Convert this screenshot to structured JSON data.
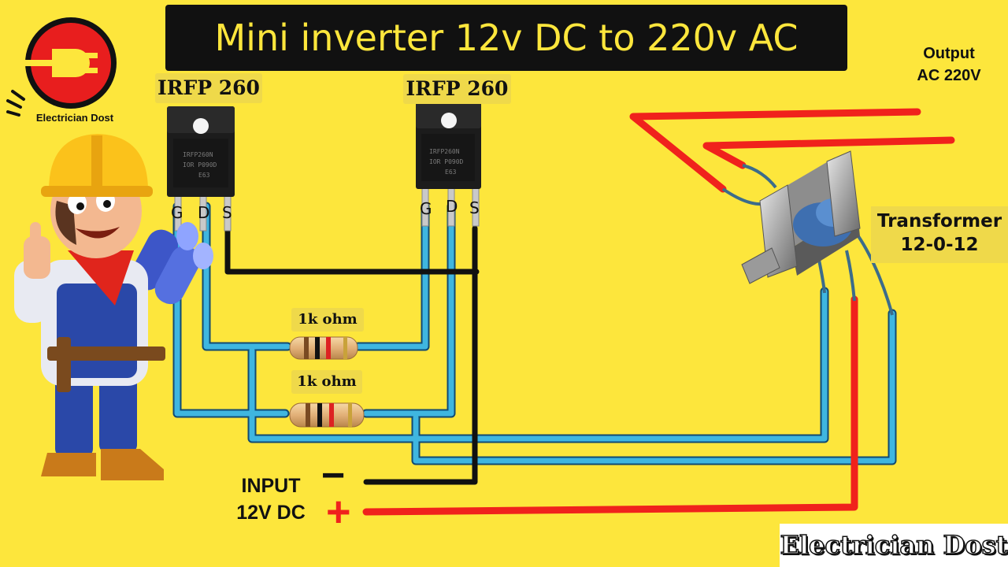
{
  "title": "Mini inverter 12v DC to 220v AC",
  "brand": "Electrician Dost",
  "logo_text": "Electrician Dost",
  "mosfets": [
    {
      "label": "IRFP 260",
      "pins": [
        "G",
        "D",
        "S"
      ],
      "marking": [
        "IRFP260N",
        "IOR P090D",
        "E63"
      ]
    },
    {
      "label": "IRFP 260",
      "pins": [
        "G",
        "D",
        "S"
      ],
      "marking": [
        "IRFP260N",
        "IOR P090D",
        "E63"
      ]
    }
  ],
  "resistors": [
    {
      "label": "1k ohm"
    },
    {
      "label": "1k ohm"
    }
  ],
  "output": {
    "line1": "Output",
    "line2": "AC 220V"
  },
  "transformer": {
    "line1": "Transformer",
    "line2": "12-0-12"
  },
  "input": {
    "line1": "INPUT",
    "line2": "12V DC",
    "minus": "−",
    "plus": "+"
  },
  "colors": {
    "background": "#fde63c",
    "title_bg": "#111111",
    "title_text": "#fde63c",
    "wire_blue": "#3fb6e0",
    "wire_black": "#111111",
    "wire_red": "#f0221c"
  }
}
